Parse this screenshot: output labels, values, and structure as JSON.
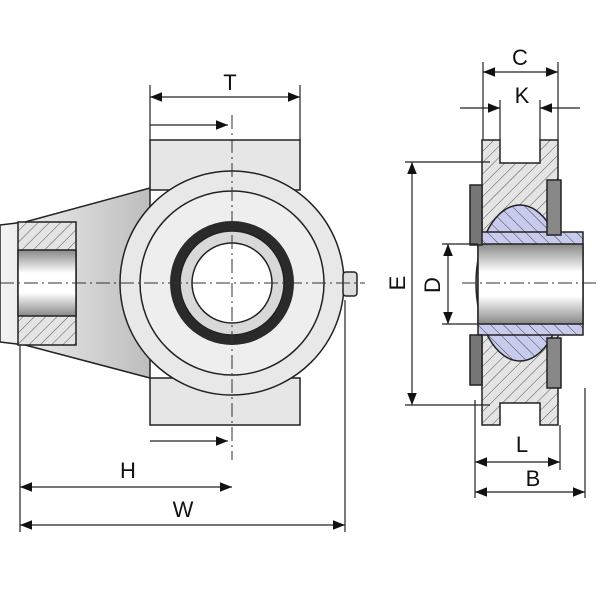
{
  "labels": {
    "T": "T",
    "C": "C",
    "K": "K",
    "E": "E",
    "D": "D",
    "H": "H",
    "L": "L",
    "B": "B",
    "W": "W"
  },
  "colors": {
    "housing": "#e6e6e6",
    "bearing_section": "#c9cbee",
    "seal": "#2a2a2a",
    "hatch": "#555555"
  }
}
